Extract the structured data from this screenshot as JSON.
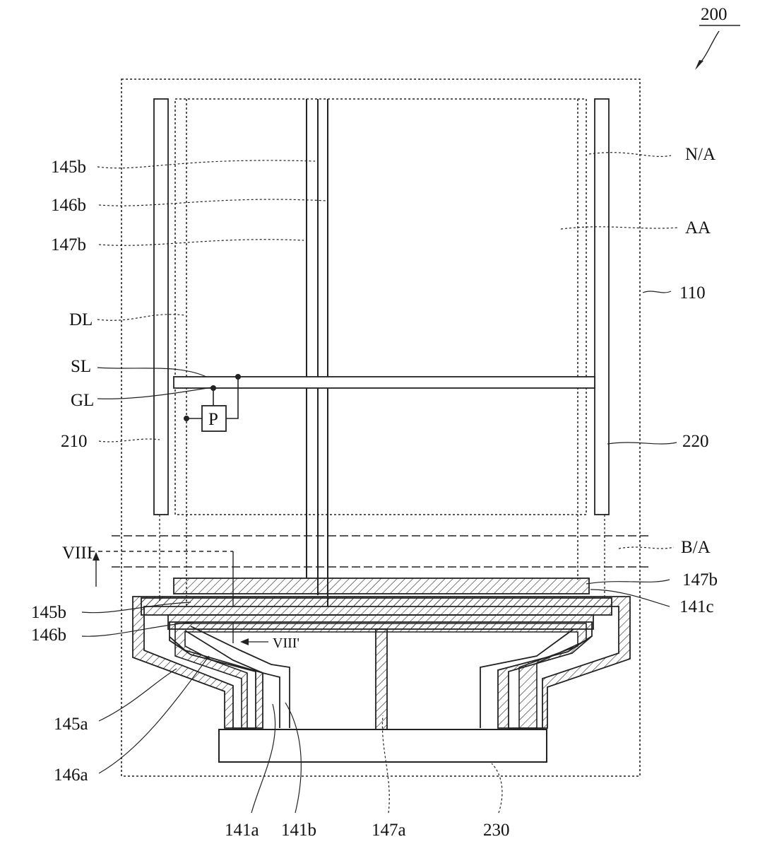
{
  "figure": {
    "ref": "200",
    "labels": {
      "l145b_top": "145b",
      "l146b_top": "146b",
      "l147b_top": "147b",
      "DL": "DL",
      "SL": "SL",
      "GL": "GL",
      "l210": "210",
      "P": "P",
      "VIII": "VIII",
      "VIII_prime": "VIII'",
      "l145b_bot": "145b",
      "l146b_bot": "146b",
      "l145a": "145a",
      "l146a": "146a",
      "NA": "N/A",
      "AA": "AA",
      "l110": "110",
      "l220": "220",
      "BA": "B/A",
      "l147b_right": "147b",
      "l141c": "141c",
      "l141a": "141a",
      "l141b": "141b",
      "l147a": "147a",
      "l230": "230"
    }
  }
}
